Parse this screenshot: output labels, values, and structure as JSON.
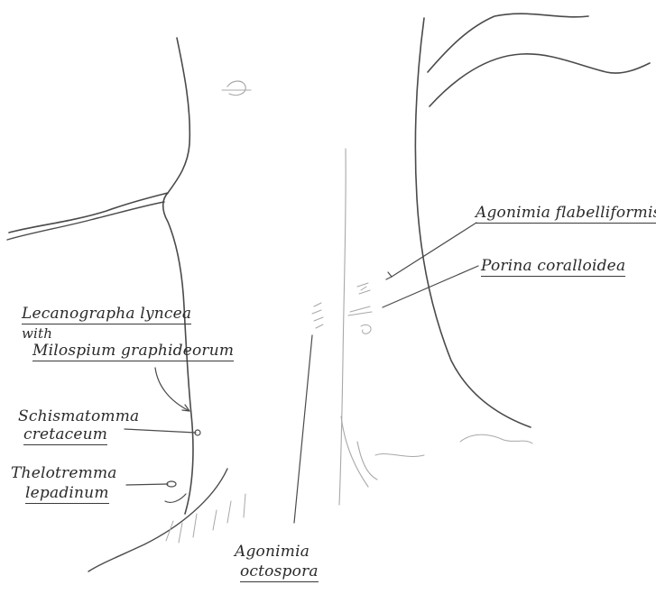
{
  "labels": {
    "agonimia_flabelliformis": "Agonimia flabelliformis",
    "porina_coralloidea": "Porina coralloidea",
    "lecanographa_lyncea": "Lecanographa lyncea",
    "with": "with",
    "milospium_graphideorum": "Milospium graphideorum",
    "schismatomma_line1": "Schismatomma",
    "schismatomma_line2": "cretaceum",
    "thelotrema_line1": "Thelotremma",
    "thelotrema_line2": "lepadinum",
    "agonimia_octospora_line1": "Agonimia",
    "agonimia_octospora_line2": "octospora"
  },
  "colors": {
    "ink": "#4a4a4a",
    "faint_pencil": "#a8a8a8",
    "paper": "#ffffff"
  }
}
